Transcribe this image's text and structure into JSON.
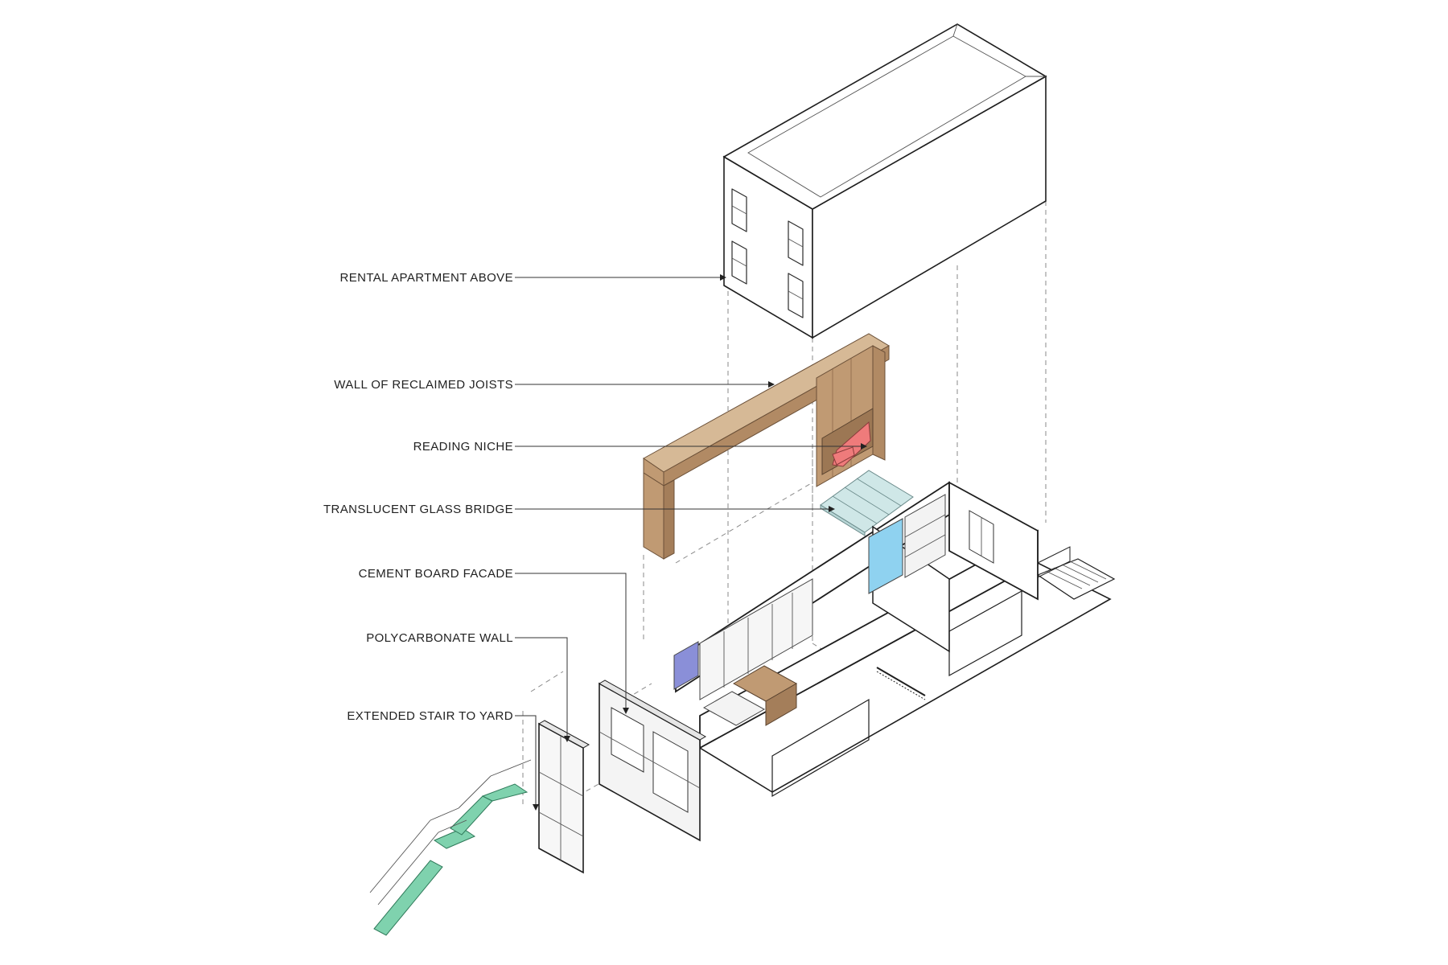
{
  "labels": {
    "rental": "RENTAL APARTMENT ABOVE",
    "joists": "WALL OF RECLAIMED JOISTS",
    "niche": "READING NICHE",
    "bridge": "TRANSLUCENT GLASS BRIDGE",
    "facade": "CEMENT BOARD FACADE",
    "polycarbonate": "POLYCARBONATE WALL",
    "stair": "EXTENDED STAIR TO YARD"
  },
  "colors": {
    "wood": "#c09a73",
    "wood_dark": "#9c7754",
    "wood_light": "#d6b996",
    "niche": "#ef7b7b",
    "glass": "#cfe7e7",
    "blue_panel": "#8fd2f0",
    "purple_panel": "#8a8fd8",
    "stair": "#7fd2ae",
    "line": "#2b2b2b"
  }
}
